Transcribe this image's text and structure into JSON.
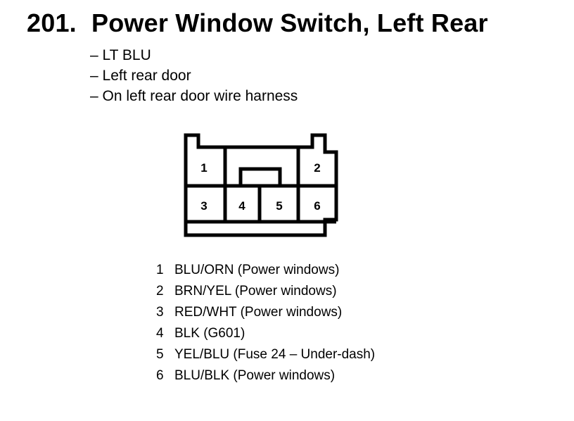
{
  "title": {
    "number": "201.",
    "text": "Power Window Switch, Left Rear"
  },
  "details": [
    "– LT BLU",
    "– Left rear door",
    "– On left rear door wire harness"
  ],
  "connector": {
    "cavities": [
      "1",
      "2",
      "3",
      "4",
      "5",
      "6"
    ]
  },
  "pins": [
    {
      "num": "1",
      "desc": "BLU/ORN (Power windows)"
    },
    {
      "num": "2",
      "desc": "BRN/YEL (Power windows)"
    },
    {
      "num": "3",
      "desc": "RED/WHT (Power windows)"
    },
    {
      "num": "4",
      "desc": "BLK (G601)"
    },
    {
      "num": "5",
      "desc": "YEL/BLU (Fuse 24 – Under-dash)"
    },
    {
      "num": "6",
      "desc": "BLU/BLK (Power windows)"
    }
  ]
}
